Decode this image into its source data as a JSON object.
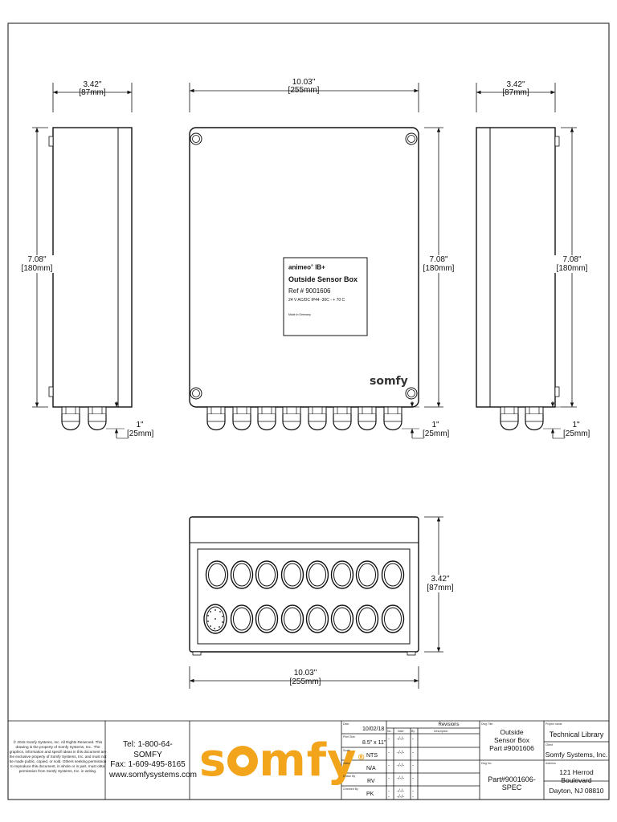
{
  "dimensions": {
    "side_width": "3.42\"",
    "side_width_mm": "[87mm]",
    "front_width": "10.03\"",
    "front_width_mm": "[255mm]",
    "height": "7.08\"",
    "height_mm": "[180mm]",
    "gland": "1\"",
    "gland_mm": "[25mm]",
    "bottom_depth": "3.42\"",
    "bottom_depth_mm": "[87mm]",
    "bottom_width": "10.03\"",
    "bottom_width_mm": "[255mm]"
  },
  "product_label": {
    "brand": "animeo",
    "reg": "®",
    "model": " IB+",
    "name": "Outside Sensor Box",
    "ref": "Ref # 9001606",
    "spec": "24 V AC/DC IP44 -30C - + 70 C",
    "origin": "Made in Germany"
  },
  "box_logo": "somfy",
  "title_block": {
    "legal": "© 2015 Somfy Systems, Inc. All Rights Reserved. This drawing is the property of Somfy Systems, Inc.. The graphics, information and specifi ideas in this document are the exclusive property of Somfy Systems, Inc. and must not be made public, copied, or sold. Others seeking permission to reproduce this document, in whole or in part, must obtai permission from Somfy Systems, Inc. in writing.",
    "tel": "Tel: 1-800-64-SOMFY",
    "fax": "Fax: 1-609-495-8165",
    "web": "www.somfysystems.com",
    "logo": "somfy",
    "fields": [
      {
        "label": "Date",
        "value": "10/02/18"
      },
      {
        "label": "Print Size",
        "value": "8.5\" x 11\""
      },
      {
        "label": "Scale",
        "value": "NTS"
      },
      {
        "label": "Sales",
        "value": "N/A"
      },
      {
        "label": "Drawn By",
        "value": "RV"
      },
      {
        "label": "Checked By",
        "value": "PK"
      }
    ],
    "revisions_title": "Revisions",
    "revision_headers": [
      "No.",
      "Date",
      "By",
      "Description"
    ],
    "revision_rows": [
      [
        "-",
        "-/-/-",
        "-"
      ],
      [
        "-",
        "-/-/-",
        "-"
      ],
      [
        "-",
        "-/-/-",
        "-"
      ],
      [
        "-",
        "-/-/-",
        "-"
      ],
      [
        "-",
        "-/-/-",
        "-"
      ],
      [
        "-",
        "-/-/-",
        "-"
      ]
    ],
    "dwg_title_label": "Dwg Title",
    "dwg_title": [
      "Outside",
      "Sensor Box",
      "Part #9001606"
    ],
    "dwg_no_label": "Dwg No.",
    "dwg_no": "Part#9001606-SPEC",
    "project_label": "Project name",
    "project": "Technical Library",
    "client_label": "Client",
    "client": "Somfy Systems, Inc.",
    "address_label": "Address",
    "address1": "121 Herrod Boulevard",
    "address2": "Dayton, NJ 08810"
  }
}
